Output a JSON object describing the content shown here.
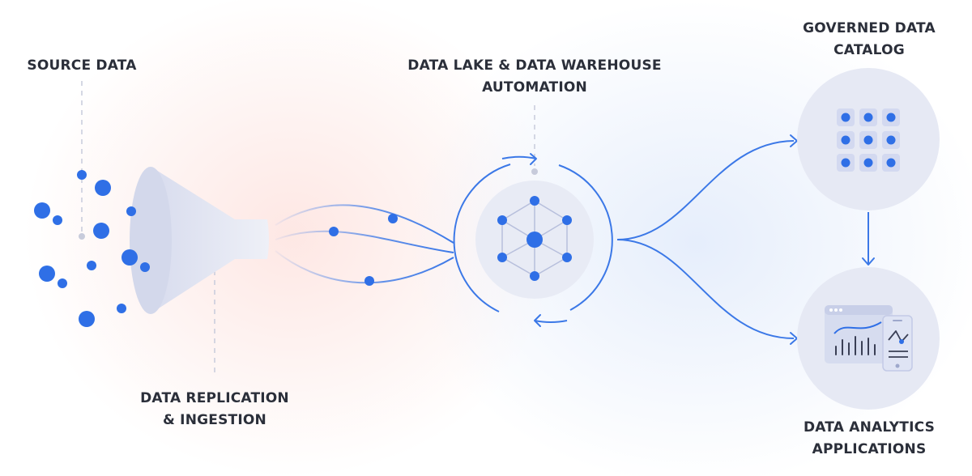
{
  "labels": {
    "source_data": "SOURCE DATA",
    "replication_line1": "DATA REPLICATION",
    "replication_line2": "& INGESTION",
    "lake_line1": "DATA LAKE & DATA WAREHOUSE",
    "lake_line2": "AUTOMATION",
    "catalog_line1": "GOVERNED DATA",
    "catalog_line2": "CATALOG",
    "analytics_line1": "DATA ANALYTICS",
    "analytics_line2": "APPLICATIONS"
  },
  "colors": {
    "accent": "#2f6fe6",
    "stroke": "#3b78e7",
    "circle_fill": "#e6e9f4",
    "funnel_fill": "#dfe3f1",
    "label_text": "#2b2f3a",
    "dashed_guide": "#c7cbdb"
  },
  "icons": {
    "source": "data-dots-icon",
    "ingestion": "funnel-icon",
    "automation": "hexagon-network-icon",
    "catalog": "grid-catalog-icon",
    "analytics": "dashboard-chart-icon"
  }
}
